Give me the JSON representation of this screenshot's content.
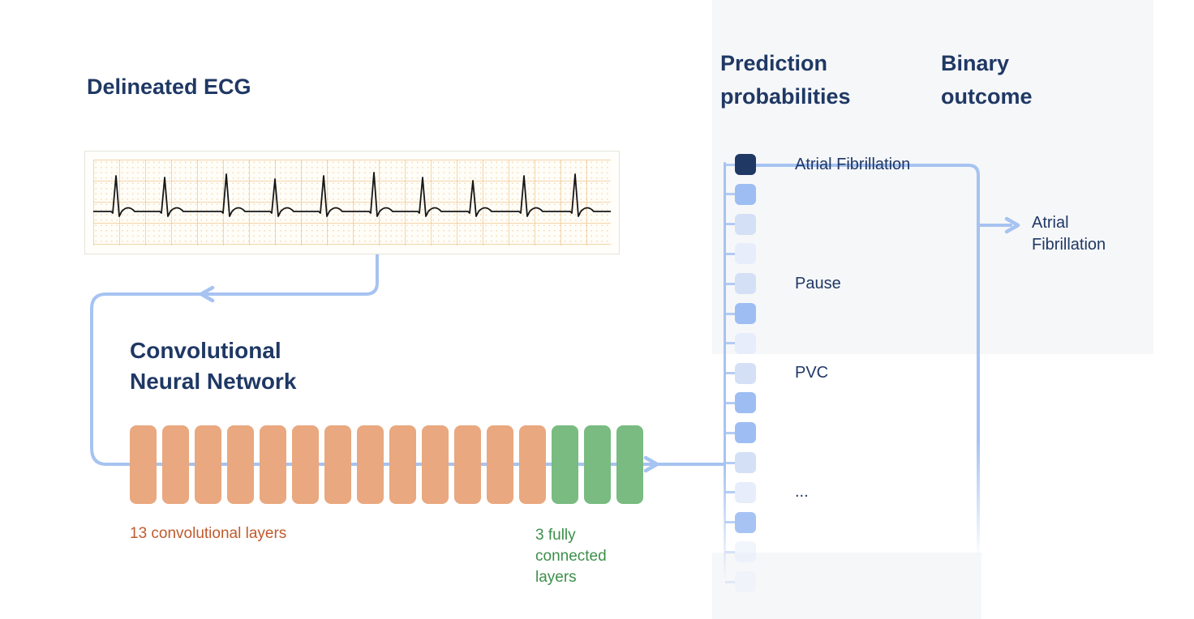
{
  "colors": {
    "navy": "#1f3864",
    "connector": "#a6c3f1",
    "conv_block": "#e9a87f",
    "fc_block": "#79bb81",
    "conv_text": "#c05a2e",
    "fc_text": "#3d8f4b",
    "square_dark": "#1f3864",
    "square_medium": "#9dbdf3",
    "square_light": "#d4e0f6",
    "square_pale": "#e7edfa"
  },
  "headings": {
    "ecg": "Delineated ECG",
    "cnn": "Convolutional\nNeural Network",
    "prediction": "Prediction\nprobabilities",
    "binary": "Binary\noutcome"
  },
  "cnn": {
    "conv_layer_count": 13,
    "fc_layer_count": 3,
    "conv_label": "13 convolutional layers",
    "fc_label": "3 fully\nconnected\nlayers"
  },
  "prediction_rows": [
    {
      "shade": "dark",
      "label": "Atrial Fibrillation",
      "fade": 1
    },
    {
      "shade": "medium",
      "label": "",
      "fade": 1
    },
    {
      "shade": "light",
      "label": "",
      "fade": 1
    },
    {
      "shade": "pale",
      "label": "",
      "fade": 1
    },
    {
      "shade": "light",
      "label": "Pause",
      "fade": 1
    },
    {
      "shade": "medium",
      "label": "",
      "fade": 1
    },
    {
      "shade": "pale",
      "label": "",
      "fade": 1
    },
    {
      "shade": "light",
      "label": "PVC",
      "fade": 1
    },
    {
      "shade": "medium",
      "label": "",
      "fade": 1
    },
    {
      "shade": "medium",
      "label": "",
      "fade": 1
    },
    {
      "shade": "light",
      "label": "",
      "fade": 1
    },
    {
      "shade": "pale",
      "label": "...",
      "fade": 1
    },
    {
      "shade": "medium",
      "label": "",
      "fade": 0.9
    },
    {
      "shade": "pale",
      "label": "",
      "fade": 0.55
    },
    {
      "shade": "pale",
      "label": "",
      "fade": 0.35
    }
  ],
  "binary_outcome": {
    "label": "Atrial Fibrillation"
  }
}
